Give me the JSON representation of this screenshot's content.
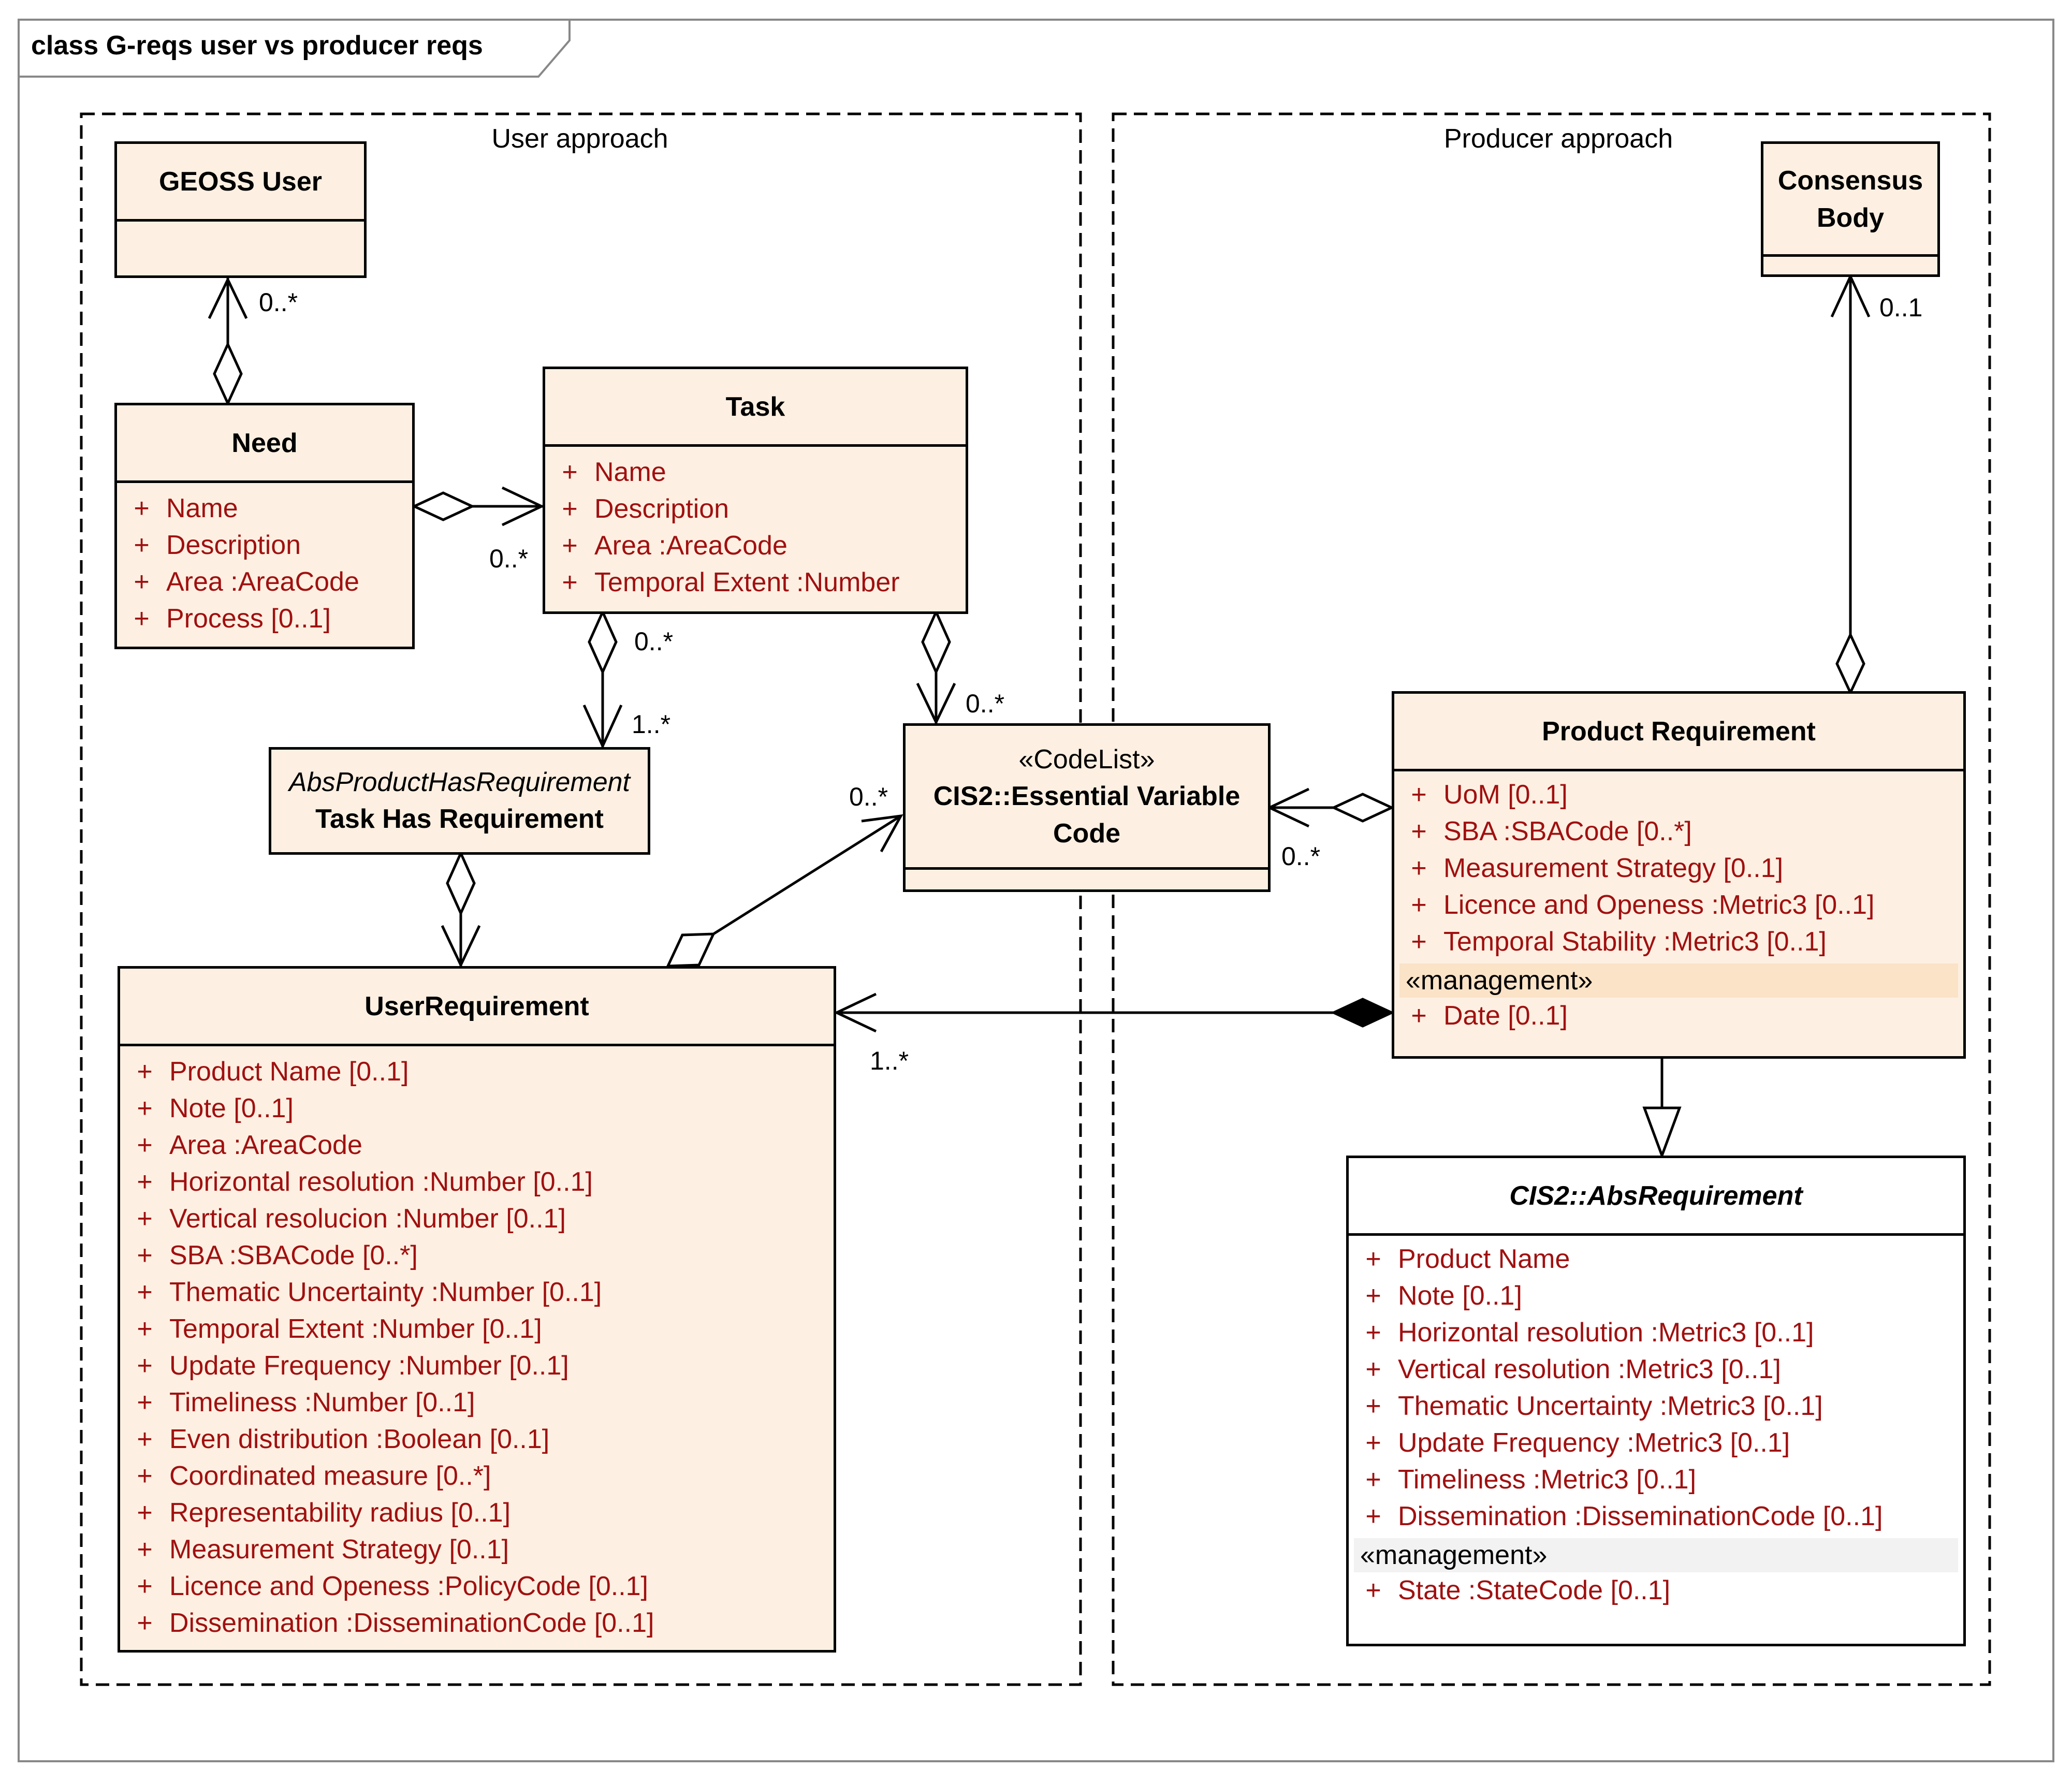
{
  "frame": {
    "title": "class G-reqs user vs producer reqs"
  },
  "regions": {
    "user": "User approach",
    "producer": "Producer approach"
  },
  "classes": {
    "geoss_user": {
      "name": "GEOSS User"
    },
    "need": {
      "name": "Need",
      "attributes": [
        {
          "vis": "+",
          "text": "Name"
        },
        {
          "vis": "+",
          "text": "Description"
        },
        {
          "vis": "+",
          "text": "Area  :AreaCode"
        },
        {
          "vis": "+",
          "text": "Process [0..1]"
        }
      ]
    },
    "task": {
      "name": "Task",
      "attributes": [
        {
          "vis": "+",
          "text": "Name"
        },
        {
          "vis": "+",
          "text": "Description"
        },
        {
          "vis": "+",
          "text": "Area  :AreaCode"
        },
        {
          "vis": "+",
          "text": "Temporal Extent  :Number"
        }
      ]
    },
    "task_has_req": {
      "stereotype": "AbsProductHasRequirement",
      "name": "Task Has Requirement"
    },
    "essential_var": {
      "stereotype": "«CodeList»",
      "name": "CIS2::Essential Variable Code"
    },
    "consensus": {
      "name": "Consensus Body"
    },
    "user_req": {
      "name": "UserRequirement",
      "attributes": [
        {
          "vis": "+",
          "text": "Product Name [0..1]"
        },
        {
          "vis": "+",
          "text": "Note [0..1]"
        },
        {
          "vis": "+",
          "text": "Area  :AreaCode"
        },
        {
          "vis": "+",
          "text": "Horizontal resolution  :Number [0..1]"
        },
        {
          "vis": "+",
          "text": "Vertical resolucion  :Number [0..1]"
        },
        {
          "vis": "+",
          "text": "SBA  :SBACode [0..*]"
        },
        {
          "vis": "+",
          "text": "Thematic Uncertainty  :Number [0..1]"
        },
        {
          "vis": "+",
          "text": "Temporal Extent  :Number [0..1]"
        },
        {
          "vis": "+",
          "text": "Update Frequency  :Number [0..1]"
        },
        {
          "vis": "+",
          "text": "Timeliness  :Number [0..1]"
        },
        {
          "vis": "+",
          "text": "Even distribution  :Boolean [0..1]"
        },
        {
          "vis": "+",
          "text": "Coordinated measure [0..*]"
        },
        {
          "vis": "+",
          "text": "Representability radius [0..1]"
        },
        {
          "vis": "+",
          "text": "Measurement Strategy [0..1]"
        },
        {
          "vis": "+",
          "text": "Licence and Openess  :PolicyCode [0..1]"
        },
        {
          "vis": "+",
          "text": "Dissemination   :DisseminationCode [0..1]"
        }
      ]
    },
    "product_req": {
      "name": "Product Requirement",
      "attributes": [
        {
          "vis": "+",
          "text": "UoM [0..1]"
        },
        {
          "vis": "+",
          "text": "SBA  :SBACode [0..*]"
        },
        {
          "vis": "+",
          "text": "Measurement Strategy [0..1]"
        },
        {
          "vis": "+",
          "text": "Licence and Openess  :Metric3 [0..1]"
        },
        {
          "vis": "+",
          "text": "Temporal Stability  :Metric3 [0..1]"
        }
      ],
      "section": "«management»",
      "section_attributes": [
        {
          "vis": "+",
          "text": "Date [0..1]"
        }
      ]
    },
    "abs_req": {
      "name": "CIS2::AbsRequirement",
      "attributes": [
        {
          "vis": "+",
          "text": "Product Name"
        },
        {
          "vis": "+",
          "text": "Note [0..1]"
        },
        {
          "vis": "+",
          "text": "Horizontal resolution  :Metric3 [0..1]"
        },
        {
          "vis": "+",
          "text": "Vertical resolution  :Metric3 [0..1]"
        },
        {
          "vis": "+",
          "text": "Thematic Uncertainty  :Metric3 [0..1]"
        },
        {
          "vis": "+",
          "text": "Update Frequency  :Metric3 [0..1]"
        },
        {
          "vis": "+",
          "text": "Timeliness  :Metric3 [0..1]"
        },
        {
          "vis": "+",
          "text": "Dissemination  :DisseminationCode [0..1]"
        }
      ],
      "section": "«management»",
      "section_attributes": [
        {
          "vis": "+",
          "text": "State  :StateCode [0..1]"
        }
      ]
    }
  },
  "multiplicities": {
    "need_geoss": "0..*",
    "need_task": "0..*",
    "task_thr_top": "0..*",
    "task_thr_bottom": "1..*",
    "task_ev": "0..*",
    "ur_ev": "0..*",
    "pr_ev": "0..*",
    "pr_consensus": "0..1",
    "pr_ur": "1..*"
  }
}
